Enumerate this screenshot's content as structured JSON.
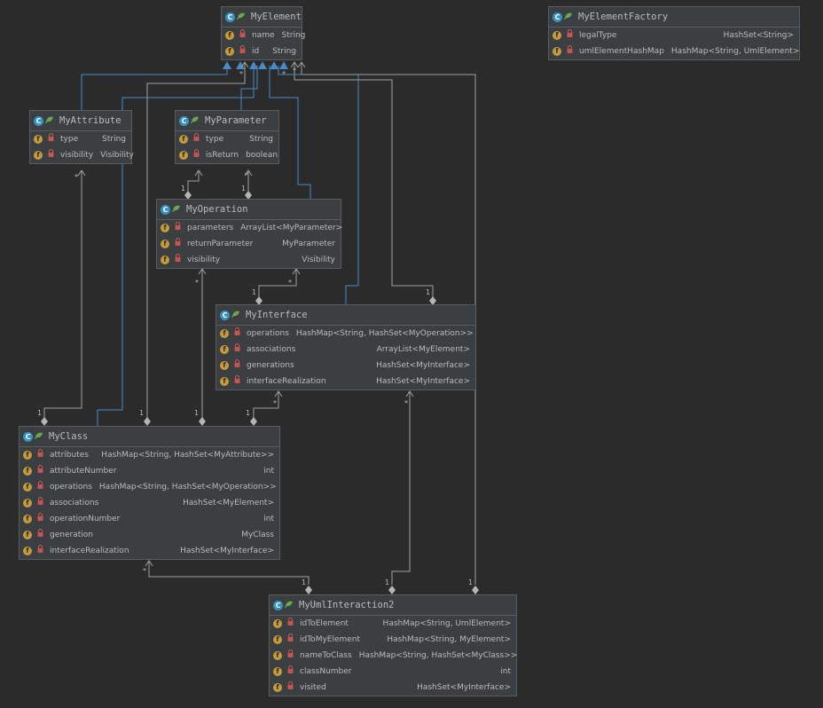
{
  "classes": {
    "my_element": {
      "name": "MyElement",
      "fields": [
        {
          "name": "name",
          "type": "String"
        },
        {
          "name": "id",
          "type": "String"
        }
      ]
    },
    "my_element_factory": {
      "name": "MyElementFactory",
      "fields": [
        {
          "name": "legalType",
          "type": "HashSet<String>"
        },
        {
          "name": "umlElementHashMap",
          "type": "HashMap<String, UmlElement>"
        }
      ]
    },
    "my_attribute": {
      "name": "MyAttribute",
      "fields": [
        {
          "name": "type",
          "type": "String"
        },
        {
          "name": "visibility",
          "type": "Visibility"
        }
      ]
    },
    "my_parameter": {
      "name": "MyParameter",
      "fields": [
        {
          "name": "type",
          "type": "String"
        },
        {
          "name": "isReturn",
          "type": "boolean"
        }
      ]
    },
    "my_operation": {
      "name": "MyOperation",
      "fields": [
        {
          "name": "parameters",
          "type": "ArrayList<MyParameter>"
        },
        {
          "name": "returnParameter",
          "type": "MyParameter"
        },
        {
          "name": "visibility",
          "type": "Visibility"
        }
      ]
    },
    "my_interface": {
      "name": "MyInterface",
      "fields": [
        {
          "name": "operations",
          "type": "HashMap<String, HashSet<MyOperation>>"
        },
        {
          "name": "associations",
          "type": "ArrayList<MyElement>"
        },
        {
          "name": "generations",
          "type": "HashSet<MyInterface>"
        },
        {
          "name": "interfaceRealization",
          "type": "HashSet<MyInterface>"
        }
      ]
    },
    "my_class": {
      "name": "MyClass",
      "fields": [
        {
          "name": "attributes",
          "type": "HashMap<String, HashSet<MyAttribute>>"
        },
        {
          "name": "attributeNumber",
          "type": "int"
        },
        {
          "name": "operations",
          "type": "HashMap<String, HashSet<MyOperation>>"
        },
        {
          "name": "associations",
          "type": "HashSet<MyElement>"
        },
        {
          "name": "operationNumber",
          "type": "int"
        },
        {
          "name": "generation",
          "type": "MyClass"
        },
        {
          "name": "interfaceRealization",
          "type": "HashSet<MyInterface>"
        }
      ]
    },
    "my_uml_interaction2": {
      "name": "MyUmlInteraction2",
      "fields": [
        {
          "name": "idToElement",
          "type": "HashMap<String, UmlElement>"
        },
        {
          "name": "idToMyElement",
          "type": "HashMap<String, MyElement>"
        },
        {
          "name": "nameToClass",
          "type": "HashMap<String, HashSet<MyClass>>"
        },
        {
          "name": "classNumber",
          "type": "int"
        },
        {
          "name": "visited",
          "type": "HashSet<MyInterface>"
        }
      ]
    }
  },
  "icons": {
    "class_icon": "class-icon",
    "field_icon": "field-icon",
    "leaf_icon": "leaf-icon",
    "lock_icon": "lock-icon",
    "class_letter": "C",
    "field_letter": "f"
  },
  "multiplicity": {
    "one": "1",
    "many": "*"
  },
  "colors": {
    "inheritance": "#4a88c7",
    "association": "#a0a0a0",
    "class_icon": "#3592c4",
    "field_icon": "#c59b3c"
  }
}
